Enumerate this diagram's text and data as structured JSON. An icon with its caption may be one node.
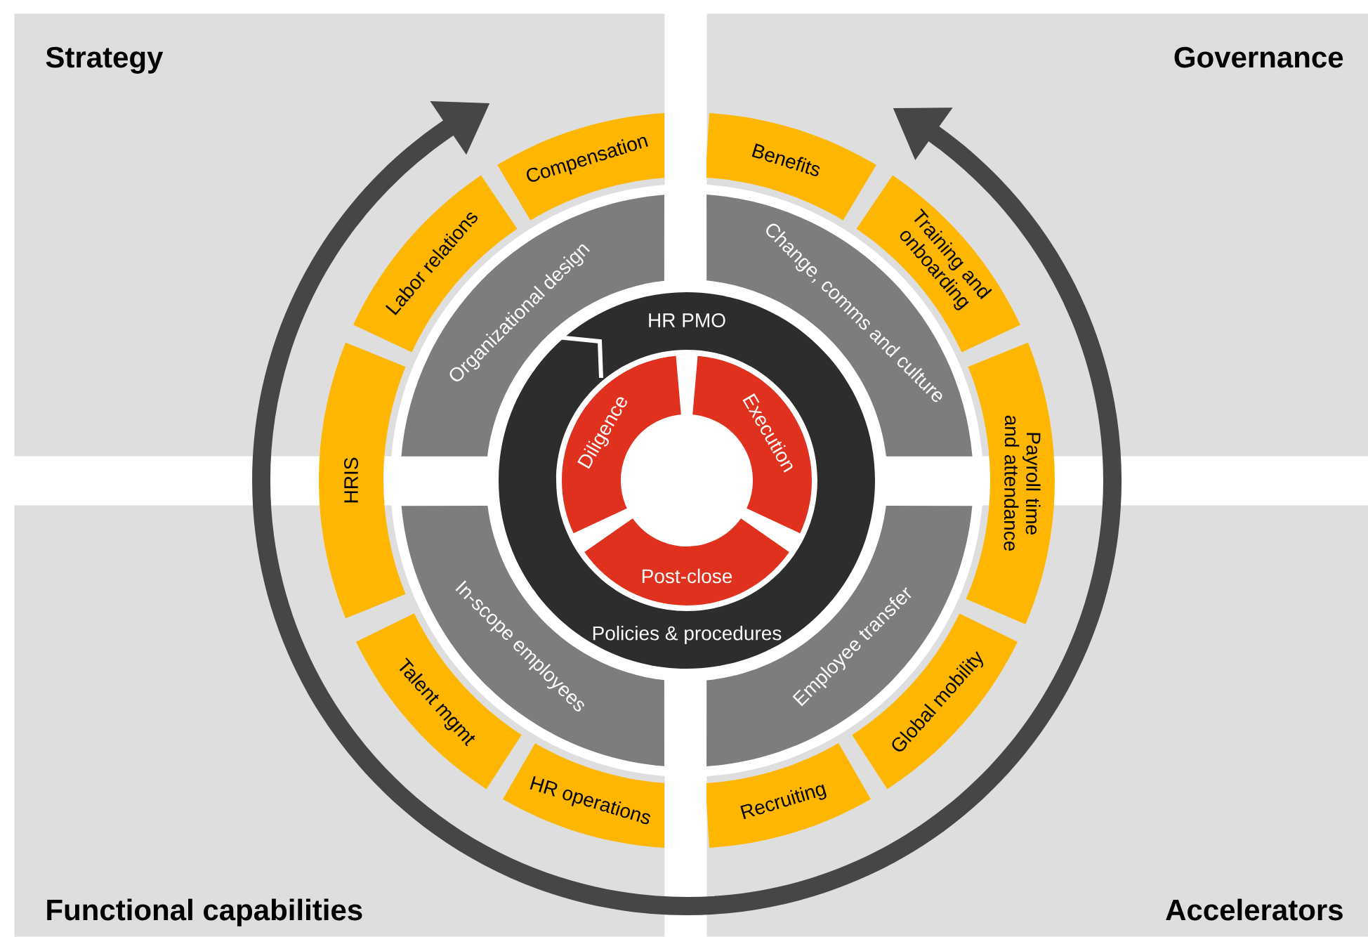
{
  "diagram": {
    "nodes": [
      {
        "text": [
          "Strategy"
        ]
      },
      {
        "text": [
          "Governance"
        ]
      },
      {
        "text": [
          "Functional capabilities"
        ]
      },
      {
        "text": [
          "Accelerators"
        ]
      },
      {
        "text": [
          "HR PMO",
          "Policies & procedures"
        ]
      },
      {
        "text": [
          "Diligence"
        ],
        "in": 4
      },
      {
        "text": [
          "Execution"
        ],
        "in": 4
      },
      {
        "text": [
          "Post-close"
        ],
        "in": 4
      },
      {
        "text": [
          "Organizational design"
        ],
        "in": 0
      },
      {
        "text": [
          "Change, comms and culture"
        ],
        "in": 1
      },
      {
        "text": [
          "In-scope employees"
        ],
        "in": 2
      },
      {
        "text": [
          "Employee transfer"
        ],
        "in": 3
      },
      {
        "text": [
          "Compensation"
        ],
        "in": 0
      },
      {
        "text": [
          "Benefits"
        ],
        "in": 1
      },
      {
        "text": [
          "Labor relations"
        ],
        "in": 0
      },
      {
        "text": [
          "Training and onboarding"
        ],
        "in": 1
      },
      {
        "text": [
          "HRIS"
        ]
      },
      {
        "text": [
          "Payroll time and attendance"
        ]
      },
      {
        "text": [
          "Talent mgmt"
        ],
        "in": 2
      },
      {
        "text": [
          "Global mobility"
        ],
        "in": 3
      },
      {
        "text": [
          "HR operations"
        ],
        "in": 2
      },
      {
        "text": [
          "Recruiting"
        ],
        "in": 3
      }
    ]
  }
}
